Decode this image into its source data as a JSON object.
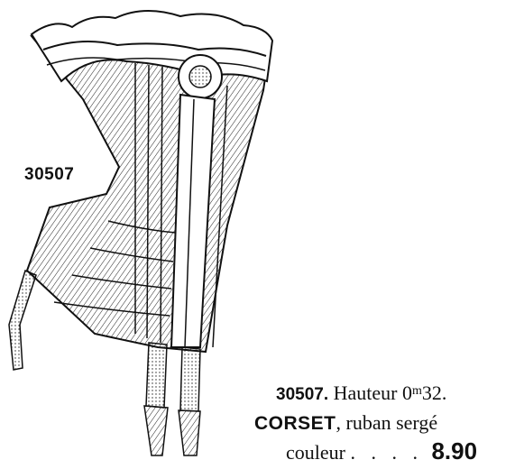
{
  "figure": {
    "item_number": "30507"
  },
  "caption": {
    "ref": "30507.",
    "height_label": "Hauteur",
    "height_value": "0",
    "height_unit": "m",
    "height_digits": "32",
    "height_end": ".",
    "name": "CORSET",
    "desc_part1": ", ruban sergé",
    "desc_part2": "couleur",
    "leader": ". . . .",
    "price": "8.90"
  }
}
